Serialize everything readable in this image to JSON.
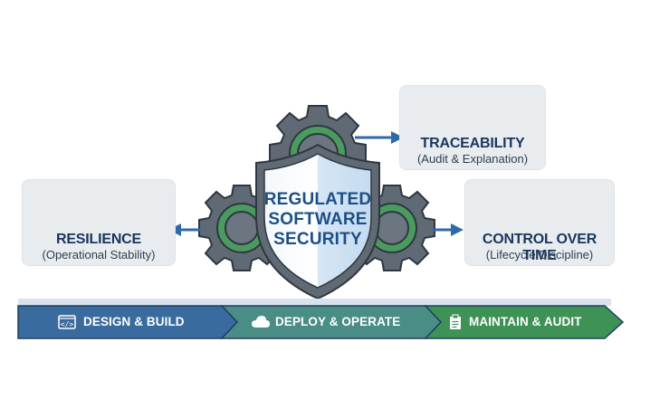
{
  "center": {
    "line1": "REGULATED",
    "line2": "SOFTWARE",
    "line3": "SECURITY"
  },
  "cards": {
    "traceability": {
      "title": "TRACEABILITY",
      "subtitle": "(Audit & Explanation)"
    },
    "resilience": {
      "title": "RESILIENCE",
      "subtitle": "(Operational Stability)"
    },
    "control": {
      "title": "CONTROL OVER TIME",
      "subtitle": "(Lifecycle Discipline)"
    }
  },
  "stages": [
    {
      "label": "DESIGN & BUILD",
      "icon": "code-icon",
      "color": "#3c6e9b"
    },
    {
      "label": "DEPLOY & OPERATE",
      "icon": "cloud-icon",
      "color": "#4d8f80"
    },
    {
      "label": "MAINTAIN & AUDIT",
      "icon": "clipboard-icon",
      "color": "#3f8f5c"
    }
  ],
  "colors": {
    "navy": "#17365d",
    "blue": "#2f6aa8",
    "green": "#4a9b5f",
    "gear": "#5c6670",
    "card_bg": "#e9ecef"
  }
}
